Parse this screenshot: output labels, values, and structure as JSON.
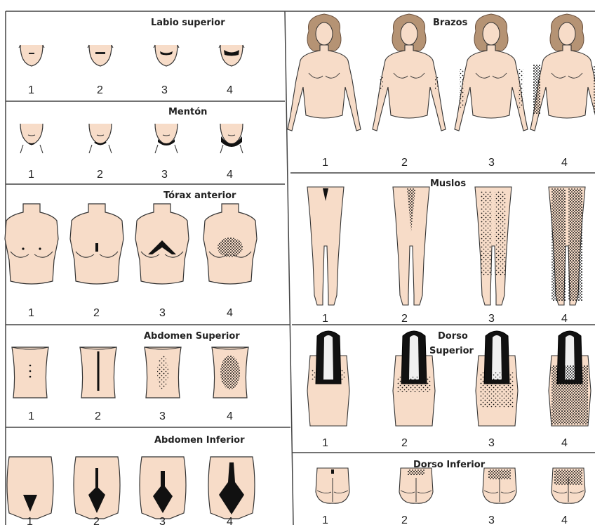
{
  "sections": [
    {
      "id": "labio-superior",
      "title": "Labio superior",
      "scores": [
        "1",
        "2",
        "3",
        "4"
      ]
    },
    {
      "id": "menton",
      "title": "Mentón",
      "scores": [
        "1",
        "2",
        "3",
        "4"
      ]
    },
    {
      "id": "torax-anterior",
      "title": "Tórax anterior",
      "scores": [
        "1",
        "2",
        "3",
        "4"
      ]
    },
    {
      "id": "abdomen-superior",
      "title": "Abdomen Superior",
      "scores": [
        "1",
        "2",
        "3",
        "4"
      ]
    },
    {
      "id": "abdomen-inferior",
      "title": "Abdomen Inferior",
      "scores": [
        "1",
        "2",
        "3",
        "4"
      ]
    },
    {
      "id": "brazos",
      "title": "Brazos",
      "scores": [
        "1",
        "2",
        "3",
        "4"
      ]
    },
    {
      "id": "muslos",
      "title": "Muslos",
      "scores": [
        "1",
        "2",
        "3",
        "4"
      ]
    },
    {
      "id": "dorso-superior",
      "title_line1": "Dorso",
      "title_line2": "Superior",
      "scores": [
        "1",
        "2",
        "3",
        "4"
      ]
    },
    {
      "id": "dorso-inferior",
      "title": "Dorso Inferior",
      "scores": [
        "1",
        "2",
        "3",
        "4"
      ]
    }
  ],
  "colors": {
    "skin": "#f7dcc8",
    "outline": "#3a3a3a",
    "hair": "#111111",
    "headHair": "#b59374",
    "frame": "#444444"
  }
}
